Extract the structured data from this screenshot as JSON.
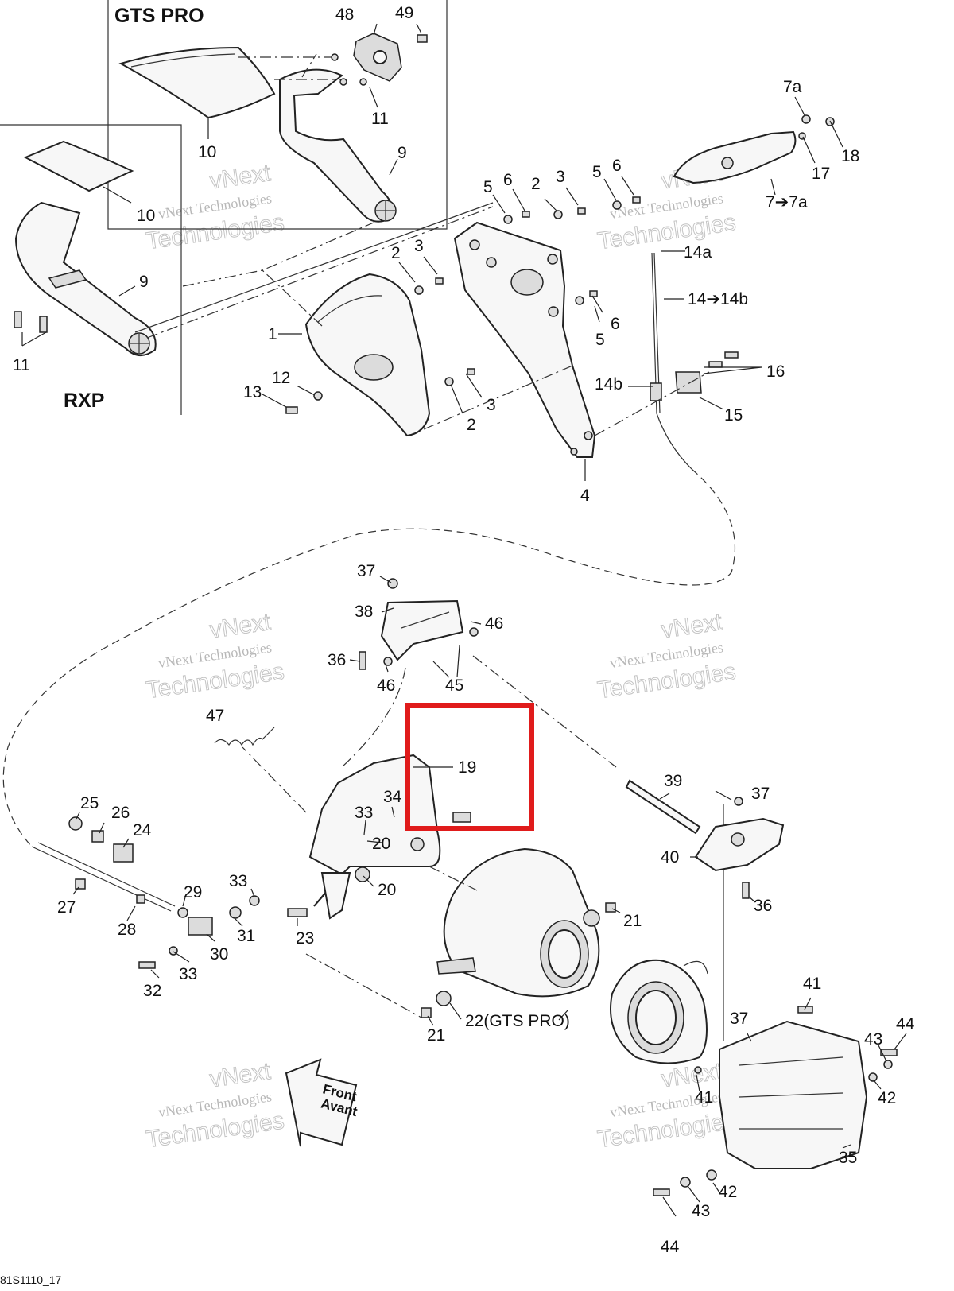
{
  "inset_gts": {
    "title": "GTS PRO"
  },
  "inset_rxp": {
    "title": "RXP"
  },
  "watermark": {
    "line1": "vNext Technologies",
    "line2": "Technologies",
    "line3": "vNext"
  },
  "front_label": {
    "line1": "Front",
    "line2": "Avant"
  },
  "figure_code": "81S1110_17",
  "labels": {
    "p48": "48",
    "p49": "49",
    "p11a": "11",
    "p10a": "10",
    "p9a": "9",
    "p10b": "10",
    "p9b": "9",
    "p11b": "11",
    "p7a": "7a",
    "p18": "18",
    "p17": "17",
    "p7to7a": "7➔7a",
    "p5a": "5",
    "p6a": "6",
    "p2a": "2",
    "p3a": "3",
    "p5b": "5",
    "p6b": "6",
    "p2b": "2",
    "p3b": "3",
    "p14a": "14a",
    "p14to14b": "14➔14b",
    "p6c": "6",
    "p5c": "5",
    "p1": "1",
    "p12": "12",
    "p13": "13",
    "p3c": "3",
    "p2c": "2",
    "p4": "4",
    "p14b": "14b",
    "p16": "16",
    "p15": "15",
    "p37a": "37",
    "p38": "38",
    "p46a": "46",
    "p36a": "36",
    "p46b": "46",
    "p45": "45",
    "p47": "47",
    "p19": "19",
    "p34": "34",
    "p33a": "33",
    "p20a": "20",
    "p20b": "20",
    "p23": "23",
    "p39": "39",
    "p37b": "37",
    "p40": "40",
    "p36b": "36",
    "p25": "25",
    "p26": "26",
    "p24": "24",
    "p27": "27",
    "p28": "28",
    "p29": "29",
    "p33b": "33",
    "p31": "31",
    "p30": "30",
    "p32": "32",
    "p33c": "33",
    "p21a": "21",
    "p21b": "21",
    "p22": "22(GTS PRO)",
    "p41a": "41",
    "p37c": "37",
    "p44a": "44",
    "p43a": "43",
    "p42a": "42",
    "p41b": "41",
    "p35": "35",
    "p42b": "42",
    "p43b": "43",
    "p44b": "44"
  },
  "highlight": {
    "color": "#e01b1b",
    "target": "19"
  }
}
